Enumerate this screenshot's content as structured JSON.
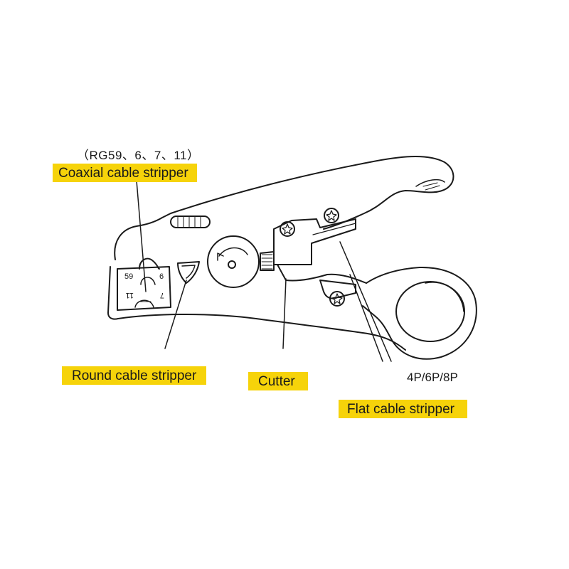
{
  "labels": {
    "coax_sizes": "（RG59、6、7、11）",
    "coax_title": "Coaxial cable stripper",
    "round": "Round cable stripper",
    "cutter": "Cutter",
    "flat_sizes": "4P/6P/8P",
    "flat_title": "Flat cable stripper"
  },
  "tool_markings": {
    "size_59": "59",
    "size_6": "6",
    "size_11": "11",
    "size_7": "7"
  },
  "colors": {
    "highlight": "#f6d30a",
    "line": "#1a1a1a",
    "background": "#ffffff"
  }
}
